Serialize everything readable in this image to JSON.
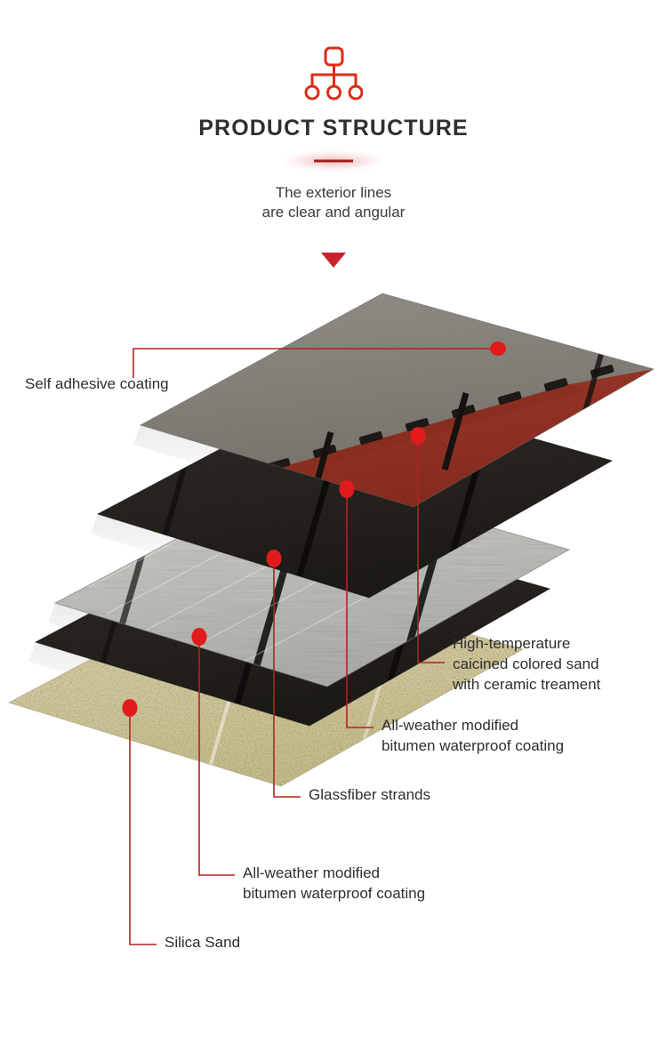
{
  "header": {
    "icon": "org-structure-icon",
    "title": "PRODUCT STRUCTURE",
    "subtitle": "The exterior lines\nare clear and angular",
    "arrow": "down-arrow"
  },
  "colors": {
    "accent_red": "#c8232c",
    "leader_red": "#b22222",
    "rule_red": "#9e1f1f",
    "title_gray": "#2f2f2f",
    "text_gray": "#2e2e2e",
    "shingle_red": "#9e3a2a",
    "shingle_gray": "#8e8b84",
    "bitumen_black": "#2b2724",
    "glassfiber_silver": "#c9c9c6",
    "silica_beige": "#e2d9ae"
  },
  "diagram": {
    "name": "exploded-shingle-layers",
    "layers": [
      {
        "id": "layer-top-shingle",
        "name": "colored-sand-shingle-layer",
        "material": "High-temperature caicined colored sand with ceramic treament",
        "color_primary": "#9e3a2a",
        "color_secondary": "#8e8b84"
      },
      {
        "id": "layer-bitumen-upper",
        "name": "bitumen-coating-upper-layer",
        "material": "All-weather modified bitumen waterproof coating",
        "color_primary": "#2b2724"
      },
      {
        "id": "layer-glassfiber",
        "name": "glassfiber-strands-layer",
        "material": "Glassfiber strands",
        "color_primary": "#c9c9c6"
      },
      {
        "id": "layer-bitumen-lower",
        "name": "bitumen-coating-lower-layer",
        "material": "All-weather modified bitumen waterproof coating",
        "color_primary": "#2b2724"
      },
      {
        "id": "layer-silica-sand",
        "name": "silica-sand-layer",
        "material": "Silica Sand",
        "color_primary": "#e2d9ae"
      }
    ],
    "callouts": [
      {
        "id": "callout-self-adhesive",
        "label": "Self adhesive coating"
      },
      {
        "id": "callout-colored-sand",
        "label": "High-temperature\ncaicined colored sand\nwith ceramic treament"
      },
      {
        "id": "callout-bitumen-upper",
        "label": "All-weather modified\nbitumen waterproof coating"
      },
      {
        "id": "callout-glassfiber",
        "label": "Glassfiber strands"
      },
      {
        "id": "callout-bitumen-lower",
        "label": "All-weather modified\nbitumen waterproof coating"
      },
      {
        "id": "callout-silica-sand",
        "label": "Silica Sand"
      }
    ]
  }
}
